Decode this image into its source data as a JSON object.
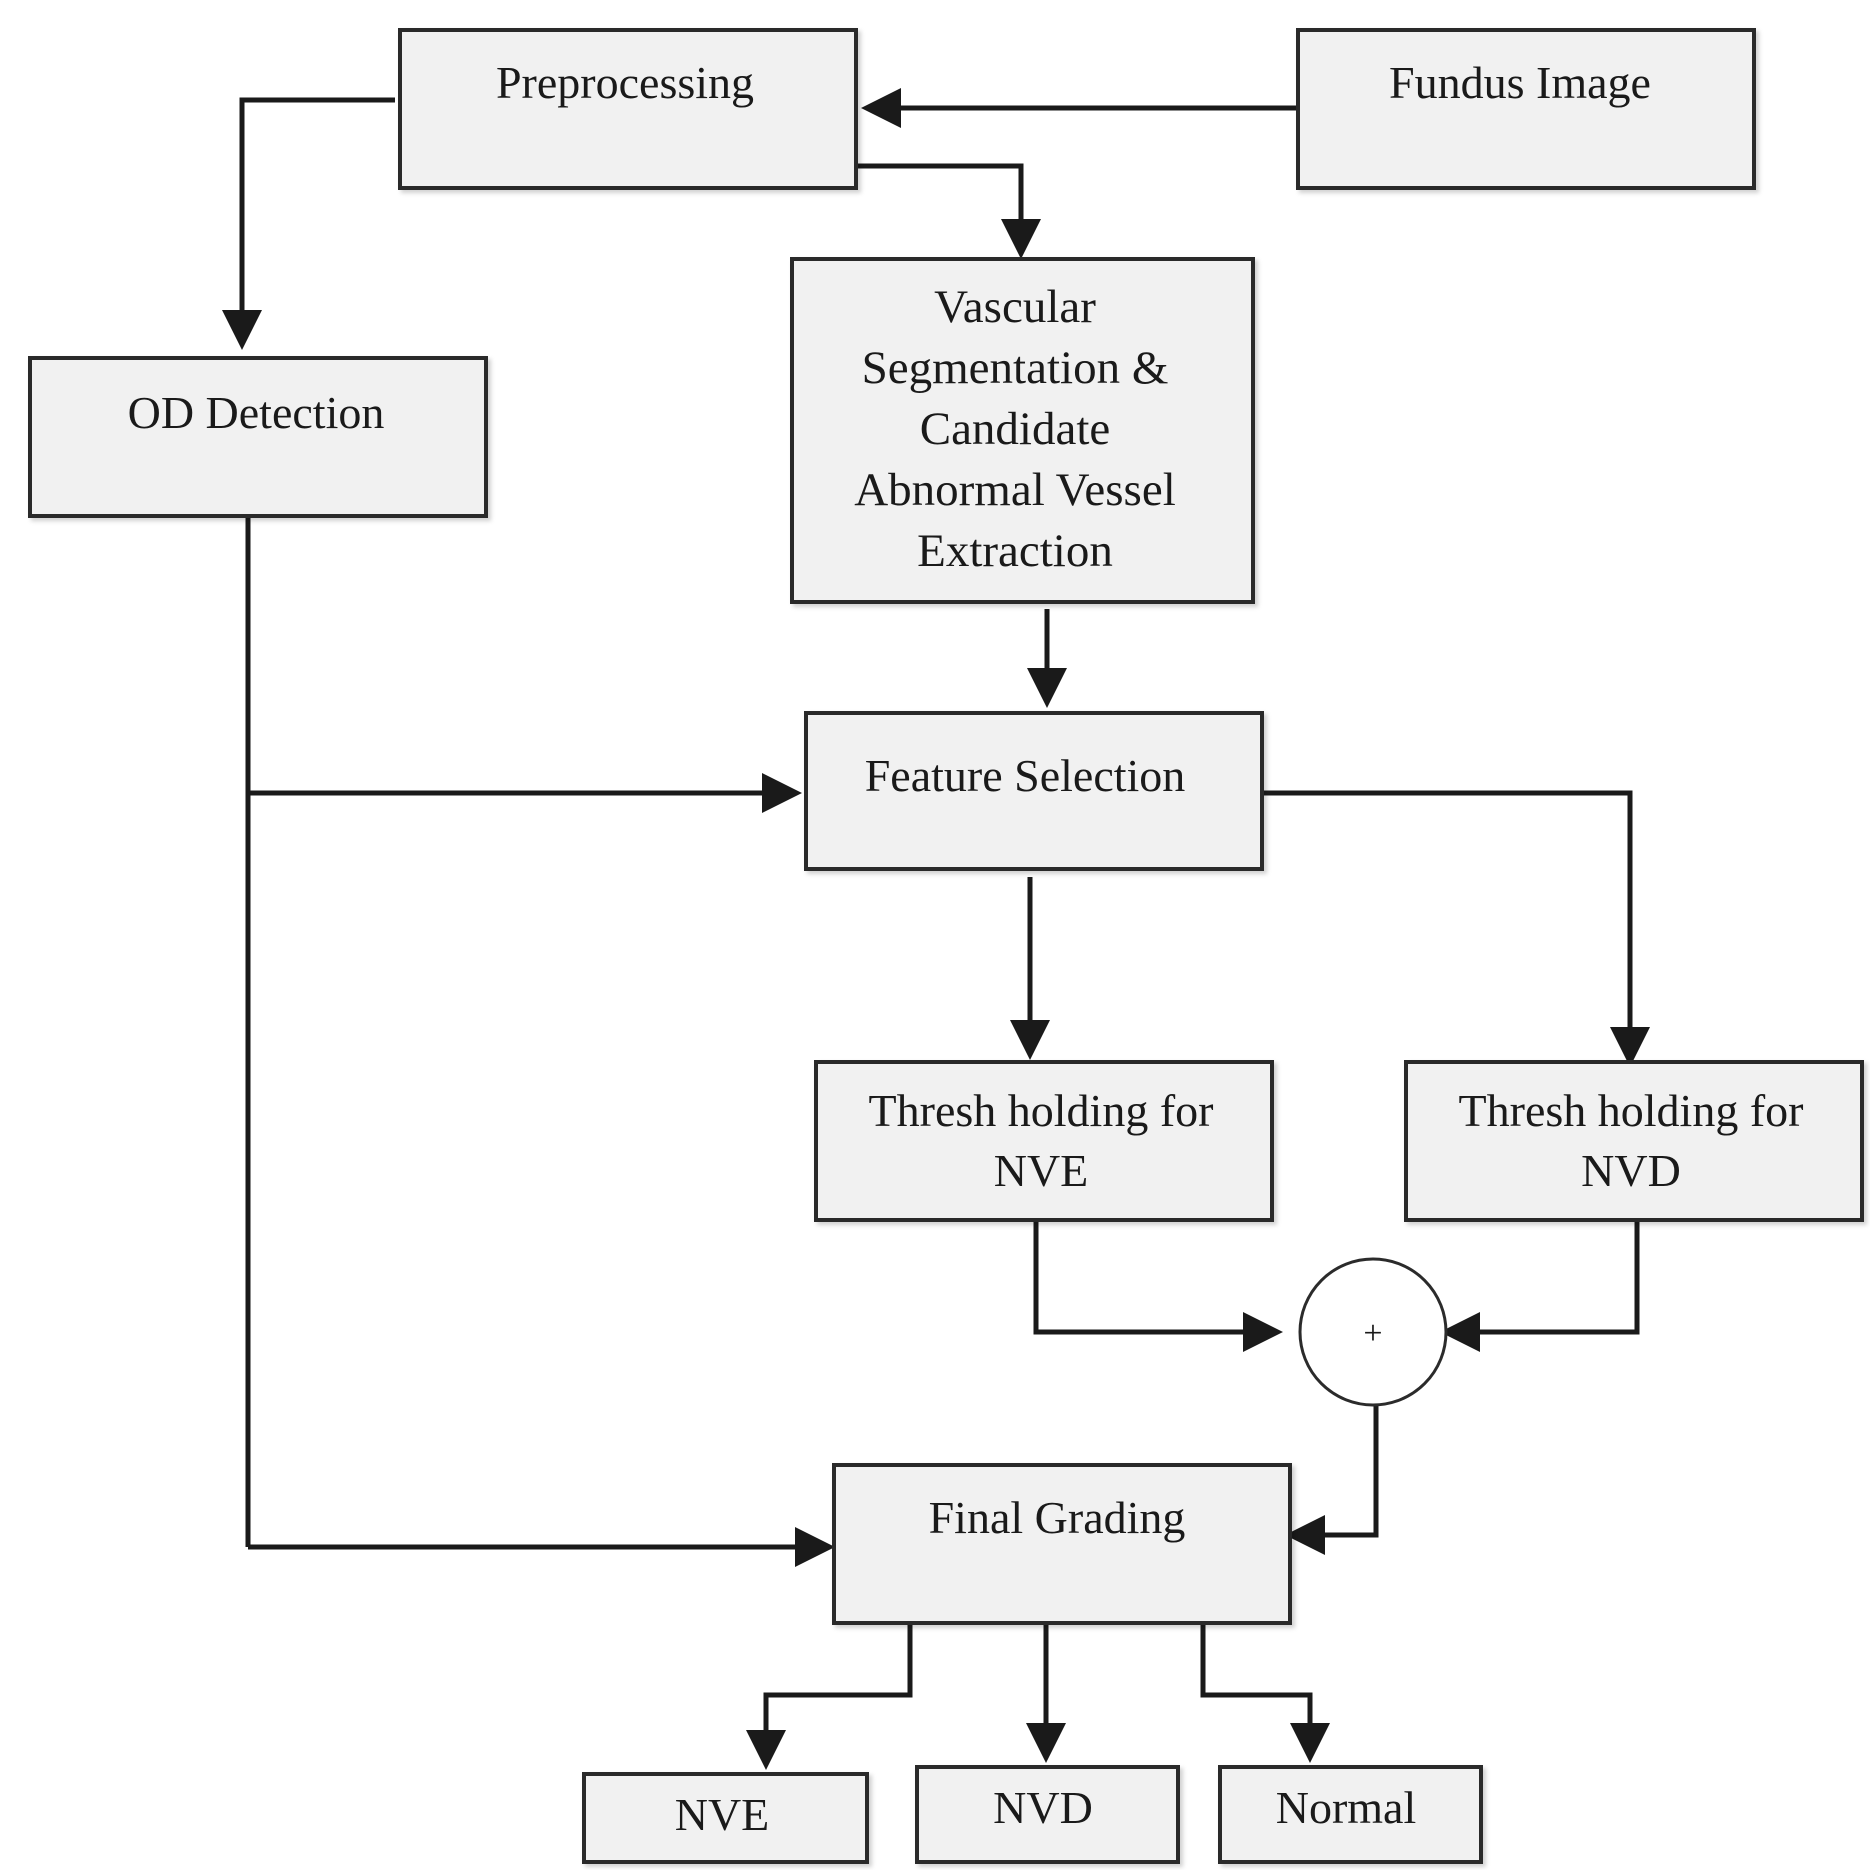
{
  "nodes": {
    "fundus_image": "Fundus Image",
    "preprocessing": "Preprocessing",
    "od_detection": "OD Detection",
    "vascular_segmentation": [
      "Vascular",
      "Segmentation &",
      "Candidate",
      "Abnormal Vessel",
      "Extraction"
    ],
    "feature_selection": "Feature Selection",
    "thresholding_nve": [
      "Thresh holding for",
      "NVE"
    ],
    "thresholding_nvd": [
      "Thresh holding for",
      "NVD"
    ],
    "sum_operator": "+",
    "final_grading": "Final Grading",
    "output_nve": "NVE",
    "output_nvd": "NVD",
    "output_normal": "Normal"
  },
  "edges": [
    {
      "from": "fundus_image",
      "to": "preprocessing"
    },
    {
      "from": "preprocessing",
      "to": "od_detection"
    },
    {
      "from": "preprocessing",
      "to": "vascular_segmentation"
    },
    {
      "from": "vascular_segmentation",
      "to": "feature_selection"
    },
    {
      "from": "od_detection",
      "to": "feature_selection"
    },
    {
      "from": "od_detection",
      "to": "final_grading"
    },
    {
      "from": "feature_selection",
      "to": "thresholding_nve"
    },
    {
      "from": "feature_selection",
      "to": "thresholding_nvd"
    },
    {
      "from": "thresholding_nve",
      "to": "sum_operator"
    },
    {
      "from": "thresholding_nvd",
      "to": "sum_operator"
    },
    {
      "from": "sum_operator",
      "to": "final_grading"
    },
    {
      "from": "final_grading",
      "to": "output_nve"
    },
    {
      "from": "final_grading",
      "to": "output_nvd"
    },
    {
      "from": "final_grading",
      "to": "output_normal"
    }
  ],
  "colors": {
    "box_fill": "#f1f1f1",
    "box_stroke": "#2b2b2b",
    "arrow": "#1a1a1a",
    "background": "#ffffff"
  }
}
